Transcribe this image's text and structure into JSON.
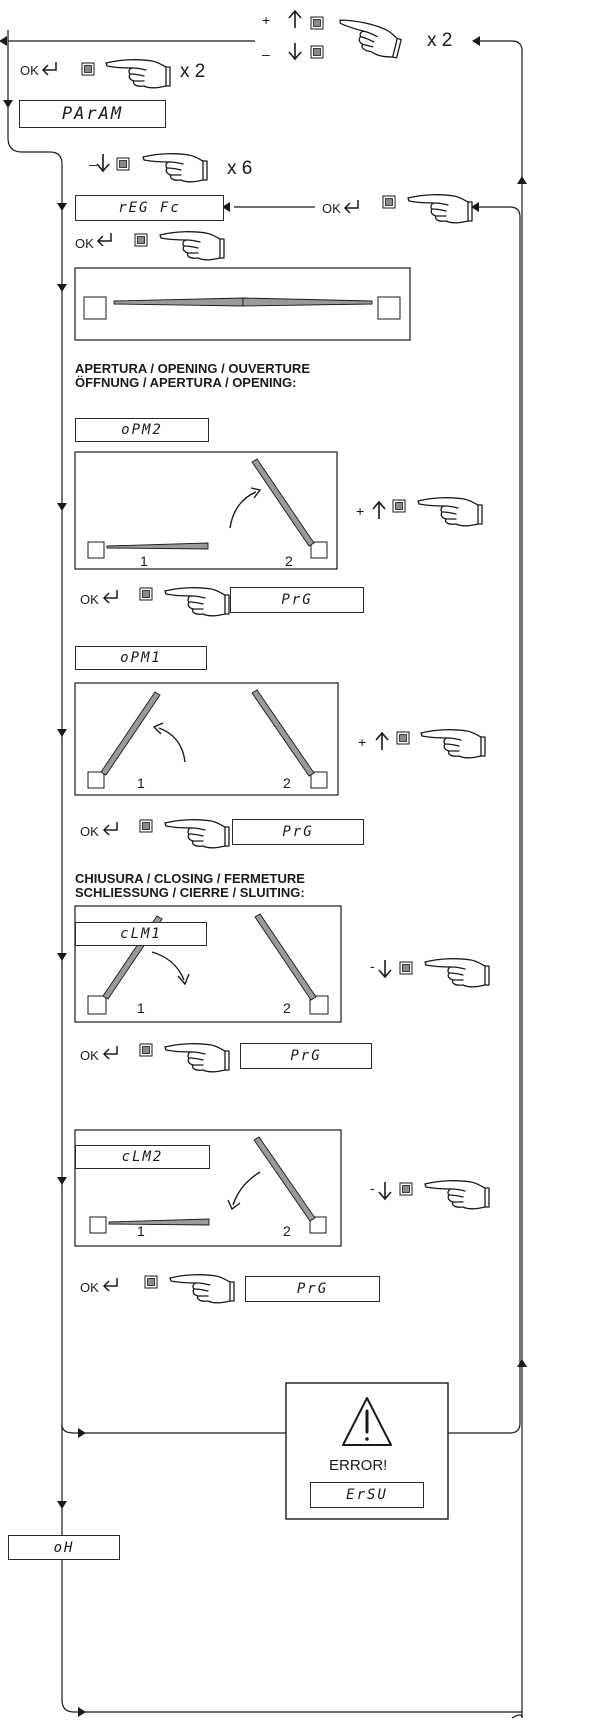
{
  "top": {
    "plus": "+",
    "minus": "–",
    "times_2a": "x 2",
    "ok": "OK",
    "times_2b": "x 2",
    "param_display": "PArAM"
  },
  "down_step": {
    "minus": "–",
    "times_6": "x 6"
  },
  "reg_fc": {
    "display": "rEG Fc",
    "ok_right": "OK",
    "ok_below": "OK"
  },
  "opening": {
    "heading_line1": "APERTURA / OPENING / OUVERTURE",
    "heading_line2": "ÖFFNUNG / APERTURA / OPENING:",
    "step1_display": "oPM2",
    "step1_plus": "+",
    "step1_ok": "OK",
    "step1_result": "PrG",
    "step2_display": "oPM1",
    "step2_plus": "+",
    "step2_ok": "OK",
    "step2_result": "PrG"
  },
  "closing": {
    "heading_line1": "CHIUSURA / CLOSING / FERMETURE",
    "heading_line2": "SCHLIESSUNG / CIERRE / SLUITING:",
    "step1_display": "cLM1",
    "step1_minus": "-",
    "step1_ok": "OK",
    "step1_result": "PrG",
    "step2_display": "cLM2",
    "step2_minus": "-",
    "step2_ok": "OK",
    "step2_result": "PrG"
  },
  "leaf_labels": {
    "one": "1",
    "two": "2"
  },
  "error": {
    "label": "ERROR!",
    "display": "ErSU"
  },
  "end": {
    "display": "oH"
  },
  "colors": {
    "line": "#1a1a1a",
    "leaf": "#9a9a9a",
    "button_fill": "#8a8a8a"
  }
}
